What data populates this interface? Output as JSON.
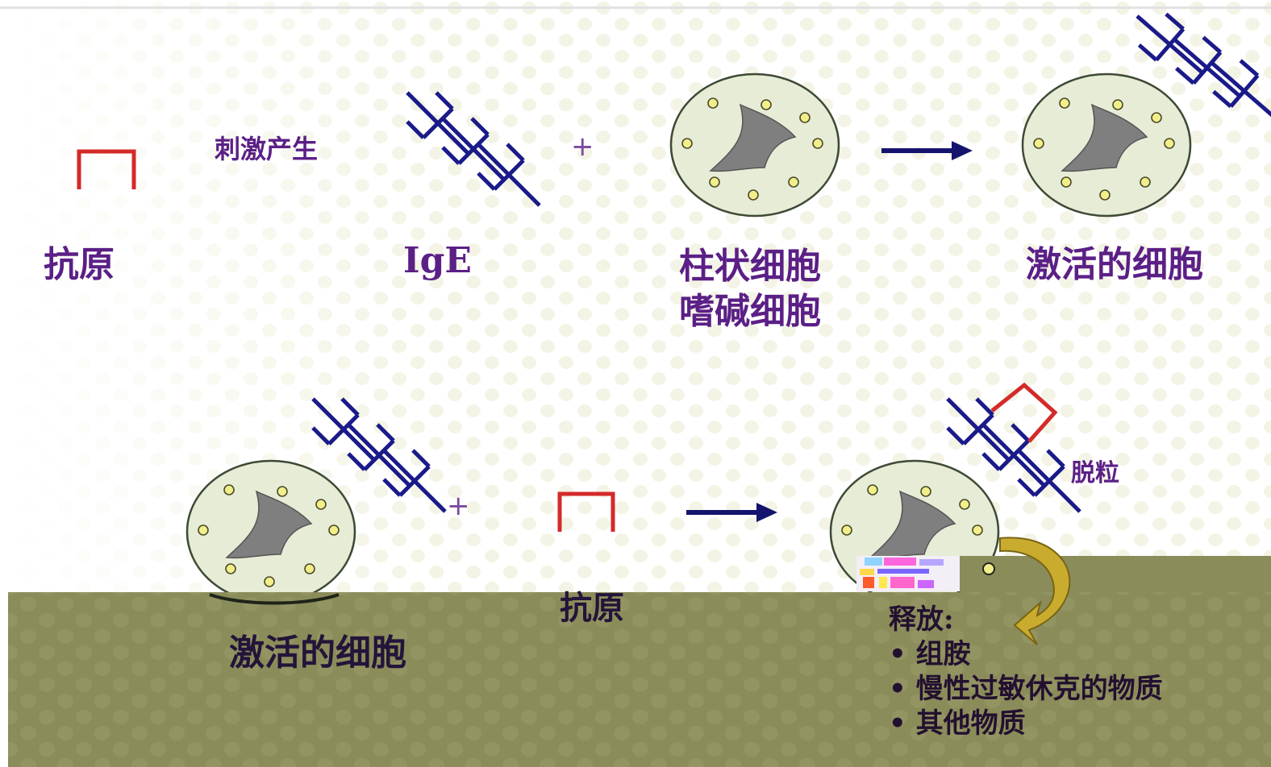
{
  "labels": {
    "antigen_top": "抗原",
    "stimulate": "刺激产生",
    "ige": "IgE",
    "cell_line1": "柱状细胞",
    "cell_line2": "嗜碱细胞",
    "activated_top": "激活的细胞",
    "activated_bottom": "激活的细胞",
    "antigen_bottom": "抗原",
    "degranulation": "脱粒"
  },
  "operators": {
    "plus": "+"
  },
  "release": {
    "title": "释放:",
    "items": [
      "• 组胺",
      "• 慢性过敏休克的物质",
      "• 其他物质"
    ]
  },
  "colors": {
    "label_purple": "#5b1f86",
    "antibody_blue": "#1a1a8a",
    "antigen_red": "#d42a2a",
    "arrow_navy": "#14146e",
    "cell_fill": "#e6ecd6",
    "cell_border": "#3d4a36",
    "nucleus_gray": "#7f7f7f",
    "granule_yellow": "#f2ee8a",
    "overlay_olive": "#8a8c5a",
    "swirl_gold": "#c9ac2e"
  }
}
